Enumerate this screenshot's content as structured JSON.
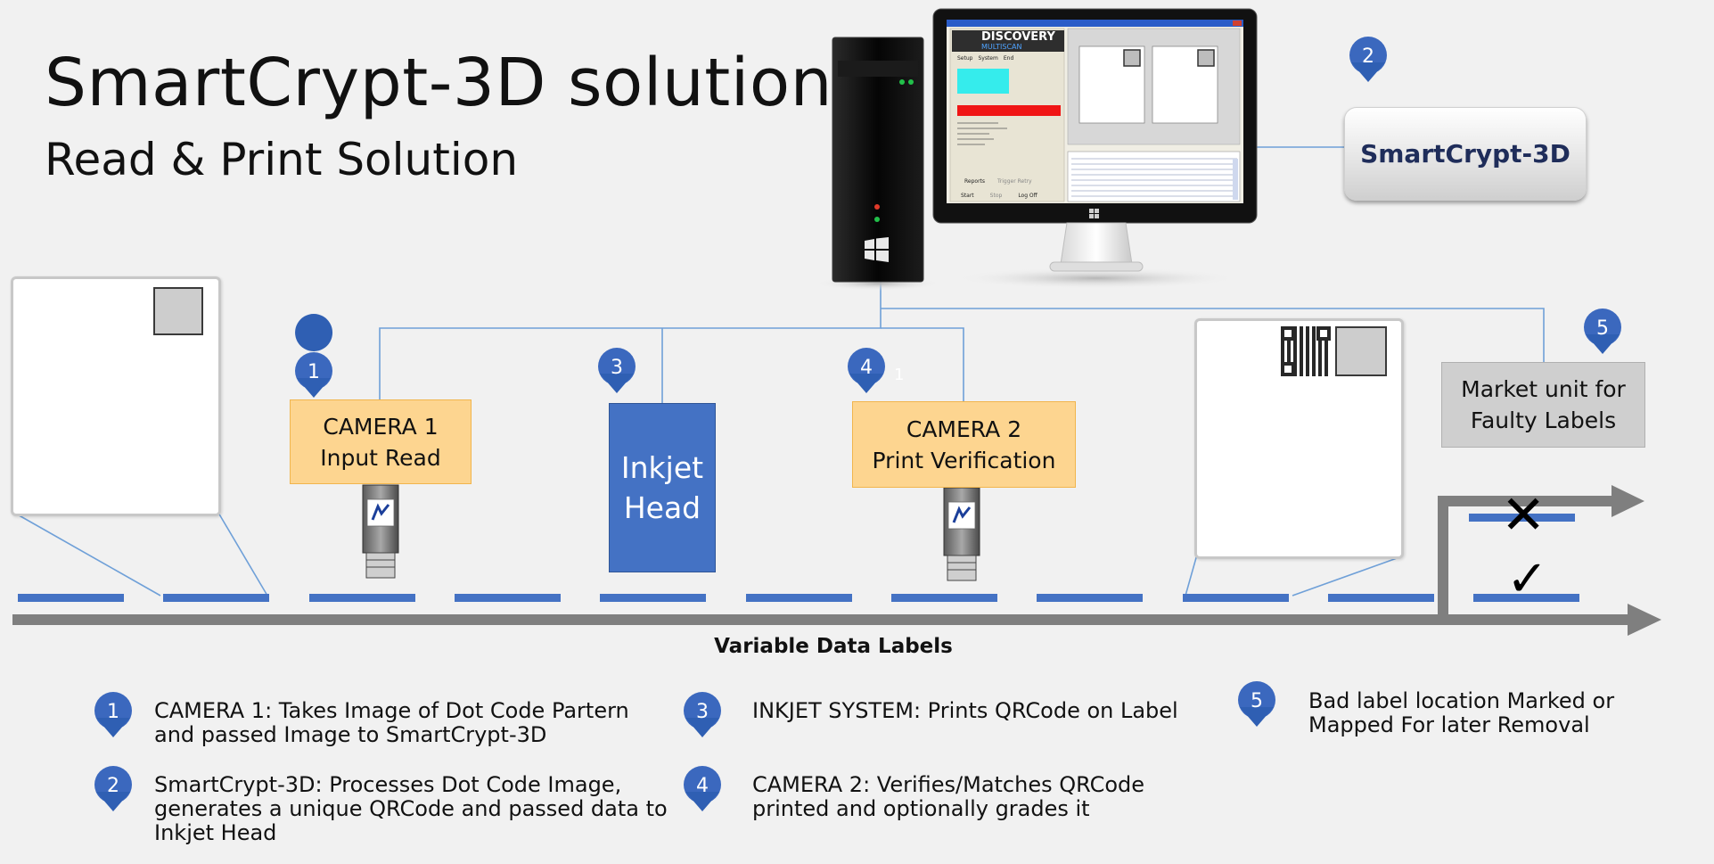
{
  "title": "SmartCrypt-3D solution",
  "subtitle": "Read & Print Solution",
  "server_box": {
    "label": "SmartCrypt-3D"
  },
  "monitor": {
    "brand_line1": "DISCOVERY",
    "brand_line2": "MULTISCAN",
    "buttons": [
      "Setup",
      "System",
      "End"
    ],
    "bottom_buttons": [
      "Reports",
      "Trigger Retry"
    ],
    "action_buttons": [
      "Start",
      "Stop",
      "Log Off"
    ]
  },
  "station_camera1": {
    "line1": "CAMERA 1",
    "line2": "Input Read"
  },
  "station_inkjet": {
    "line1": "Inkjet",
    "line2": "Head"
  },
  "station_camera2": {
    "line1": "CAMERA 2",
    "line2": "Print Verification"
  },
  "market_unit": {
    "line1": "Market unit for",
    "line2": "Faulty Labels"
  },
  "badges": {
    "camera1": "1",
    "smartcrypt": "2",
    "inkjet": "3",
    "camera2": "4",
    "market": "5",
    "stray": "1"
  },
  "conveyor_label": "Variable Data Labels",
  "status_marks": {
    "reject": "✕",
    "accept": "✓"
  },
  "legend": [
    {
      "num": "1",
      "line1": "CAMERA 1: Takes Image of Dot Code Partern",
      "line2": "and passed Image to SmartCrypt-3D",
      "line3": ""
    },
    {
      "num": "2",
      "line1": "SmartCrypt-3D:  Processes Dot Code Image,",
      "line2": "generates a unique QRCode and passed data to",
      "line3": "Inkjet Head"
    },
    {
      "num": "3",
      "line1": "INKJET SYSTEM:  Prints QRCode on Label",
      "line2": "",
      "line3": ""
    },
    {
      "num": "4",
      "line1": "CAMERA 2: Verifies/Matches QRCode",
      "line2": "printed and optionally grades it",
      "line3": ""
    },
    {
      "num": "5",
      "line1": "Bad label location Marked or",
      "line2": "Mapped For later Removal",
      "line3": ""
    }
  ],
  "colors": {
    "badge_blue": "#2f5fb3",
    "conveyor_gray": "#7f7f7f",
    "label_strip_blue": "#4472c4",
    "connector_blue": "#6fa0d8",
    "camera_box_fill": "#fdd590",
    "inkjet_fill": "#4472c4",
    "market_fill": "#cfcfcf"
  }
}
